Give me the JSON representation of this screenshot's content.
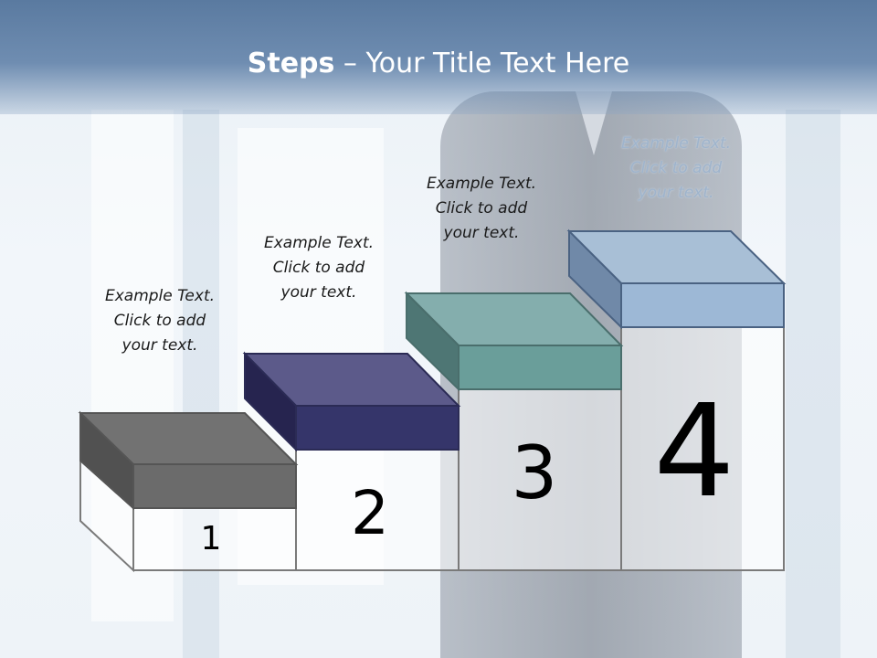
{
  "slide": {
    "title_bold": "Steps",
    "title_rest": " – Your Title Text Here"
  },
  "steps": [
    {
      "number": "1",
      "caption_line1": "Example Text.",
      "caption_line2": "Click  to add",
      "caption_line3": "your text.",
      "color": "#6b6b6b"
    },
    {
      "number": "2",
      "caption_line1": "Example Text.",
      "caption_line2": "Click  to add",
      "caption_line3": "your text.",
      "color": "#35356a"
    },
    {
      "number": "3",
      "caption_line1": "Example Text.",
      "caption_line2": "Click  to add",
      "caption_line3": "your text.",
      "color": "#6a9e9a"
    },
    {
      "number": "4",
      "caption_line1": "Example Text.",
      "caption_line2": "Click  to add",
      "caption_line3": "your text.",
      "color": "#9db8d6"
    }
  ]
}
